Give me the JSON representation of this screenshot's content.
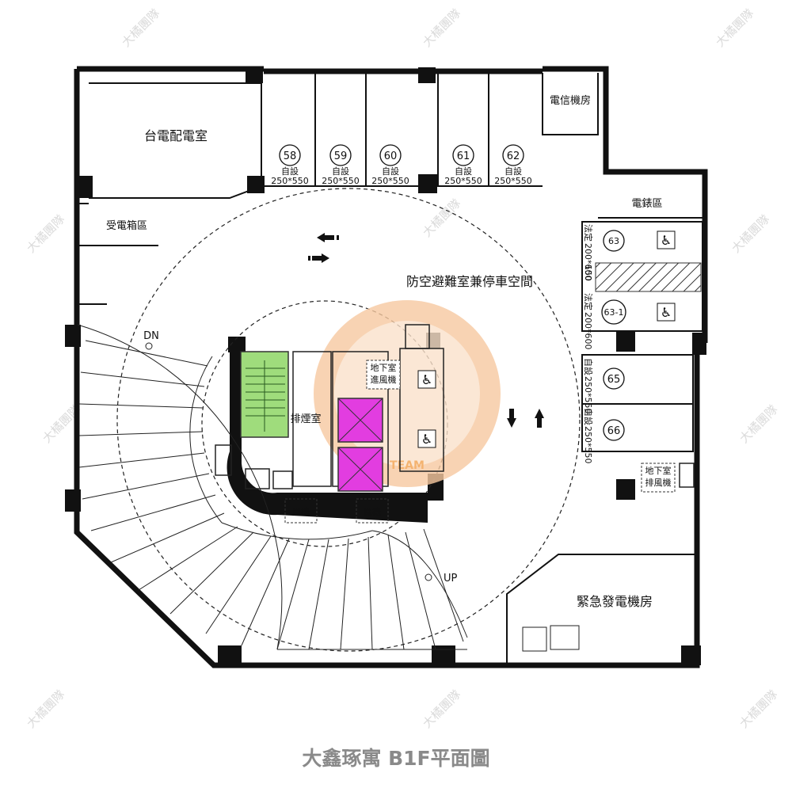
{
  "title": "大鑫琢寓 B1F平面圖",
  "watermark_text": "大橘團隊",
  "logo": {
    "text": "TEAM",
    "color": "#f2a04d"
  },
  "rooms": {
    "power_room": "台電配電室",
    "power_box_area": "受電箱區",
    "telecom_room": "電信機房",
    "meter_area": "電錶區",
    "shelter_parking": "防空避難室兼停車空間",
    "smoke_exhaust_room": "排煙室",
    "basement_intake_fan": "地下室\n進風機",
    "basement_exhaust_fan": "地下室\n排風機",
    "fan": "風機",
    "generator_room": "緊急發電機房"
  },
  "stairs": {
    "down": "DN",
    "up": "UP"
  },
  "parking_top": [
    {
      "no": "58",
      "type": "自設",
      "size": "250*550"
    },
    {
      "no": "59",
      "type": "自設",
      "size": "250*550"
    },
    {
      "no": "60",
      "type": "自設",
      "size": "250*550"
    },
    {
      "no": "61",
      "type": "自設",
      "size": "250*550"
    },
    {
      "no": "62",
      "type": "自設",
      "size": "250*550"
    }
  ],
  "parking_right": [
    {
      "no": "63",
      "type": "法定",
      "size": "200*600",
      "accessible": true
    },
    {
      "gap": "150"
    },
    {
      "no": "63-1",
      "type": "法定",
      "size": "200*600",
      "accessible": true
    },
    {
      "no": "65",
      "type": "自設",
      "size": "250*550",
      "accessible": false
    },
    {
      "no": "66",
      "type": "自設",
      "size": "250*550",
      "accessible": false
    }
  ],
  "colors": {
    "wall": "#111111",
    "stair_green": "#9fdc7c",
    "elevator_magenta": "#e23de0",
    "watermark": "#d6d6d6",
    "caption_gray": "#8a8a8a"
  }
}
